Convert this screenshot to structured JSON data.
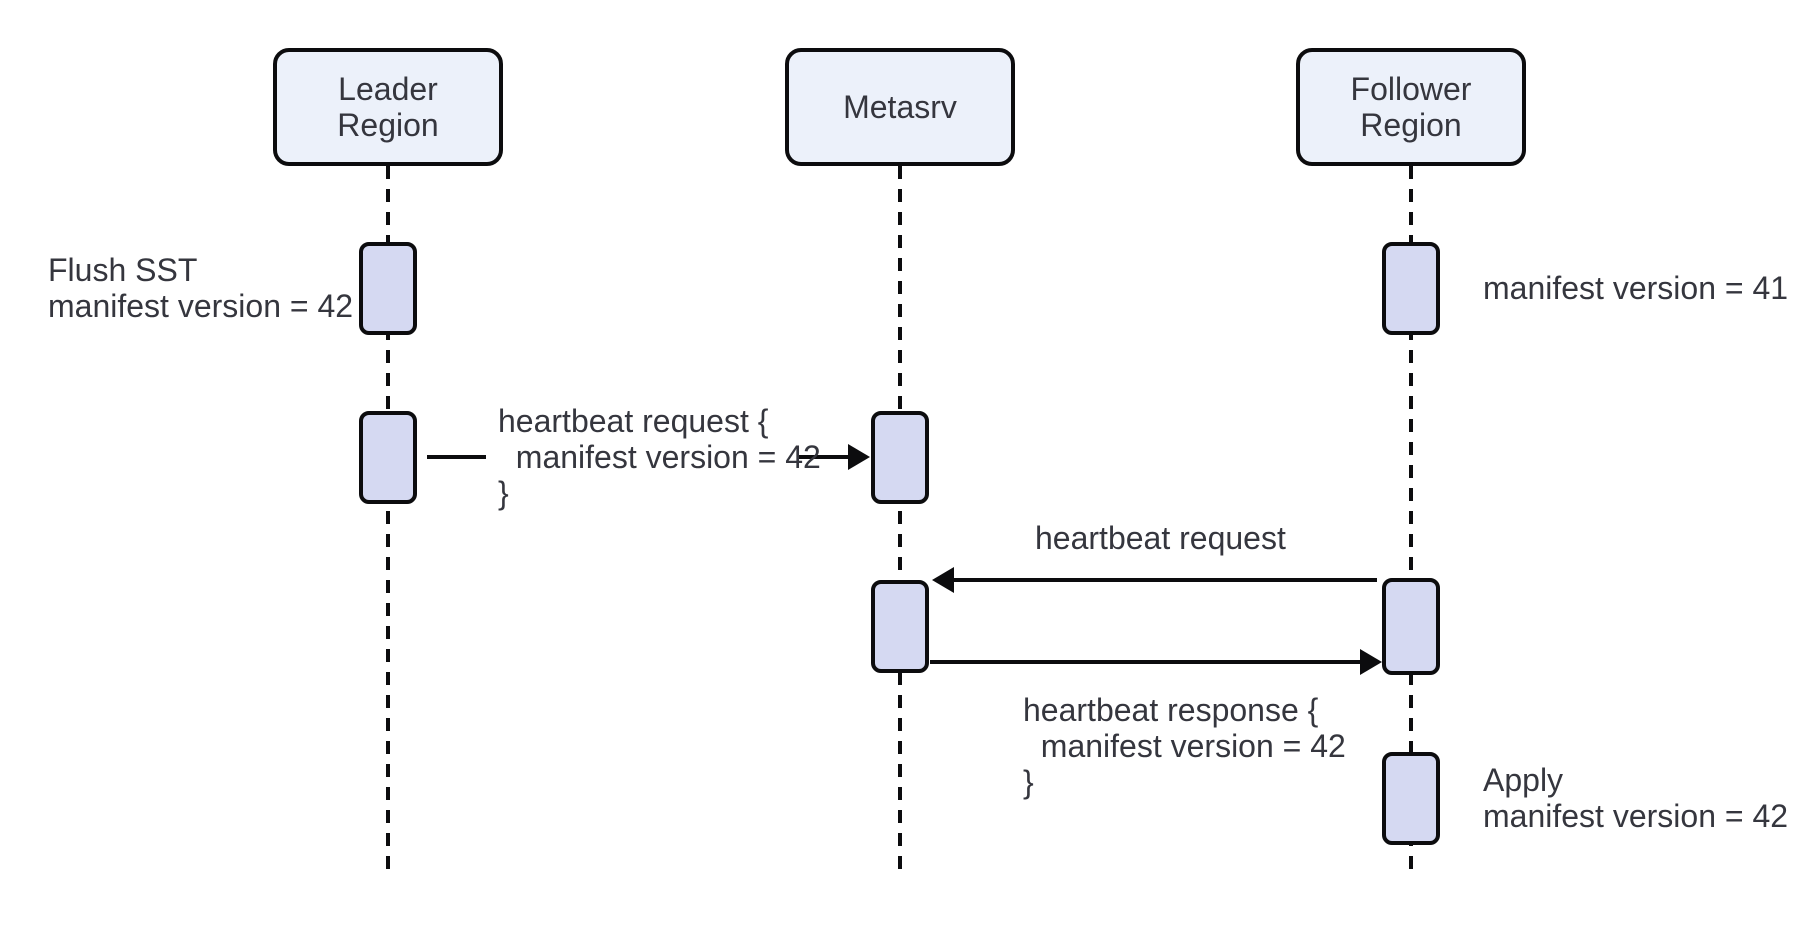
{
  "diagram": {
    "type": "sequence-diagram",
    "colors": {
      "background": "#ffffff",
      "stroke": "#0c0c0e",
      "text": "#35363e",
      "participant_fill": "#ecf1fa",
      "activation_fill": "#d5d9f2"
    },
    "participants": [
      {
        "label": "Leader\nRegion"
      },
      {
        "label": "Metasrv"
      },
      {
        "label": "Follower\nRegion"
      }
    ],
    "notes": [
      {
        "attached_to": "Leader Region",
        "text": "Flush SST\nmanifest version = 42"
      },
      {
        "attached_to": "Follower Region",
        "text": "manifest version = 41"
      },
      {
        "attached_to": "Follower Region",
        "text": "Apply\nmanifest version = 42"
      }
    ],
    "messages": [
      {
        "from": "Leader Region",
        "to": "Metasrv",
        "direction": "right",
        "label": "heartbeat request {\n  manifest version = 42\n}"
      },
      {
        "from": "Follower Region",
        "to": "Metasrv",
        "direction": "left",
        "label": "heartbeat request"
      },
      {
        "from": "Metasrv",
        "to": "Follower Region",
        "direction": "right",
        "label": "heartbeat response {\n  manifest version = 42\n}"
      }
    ]
  }
}
